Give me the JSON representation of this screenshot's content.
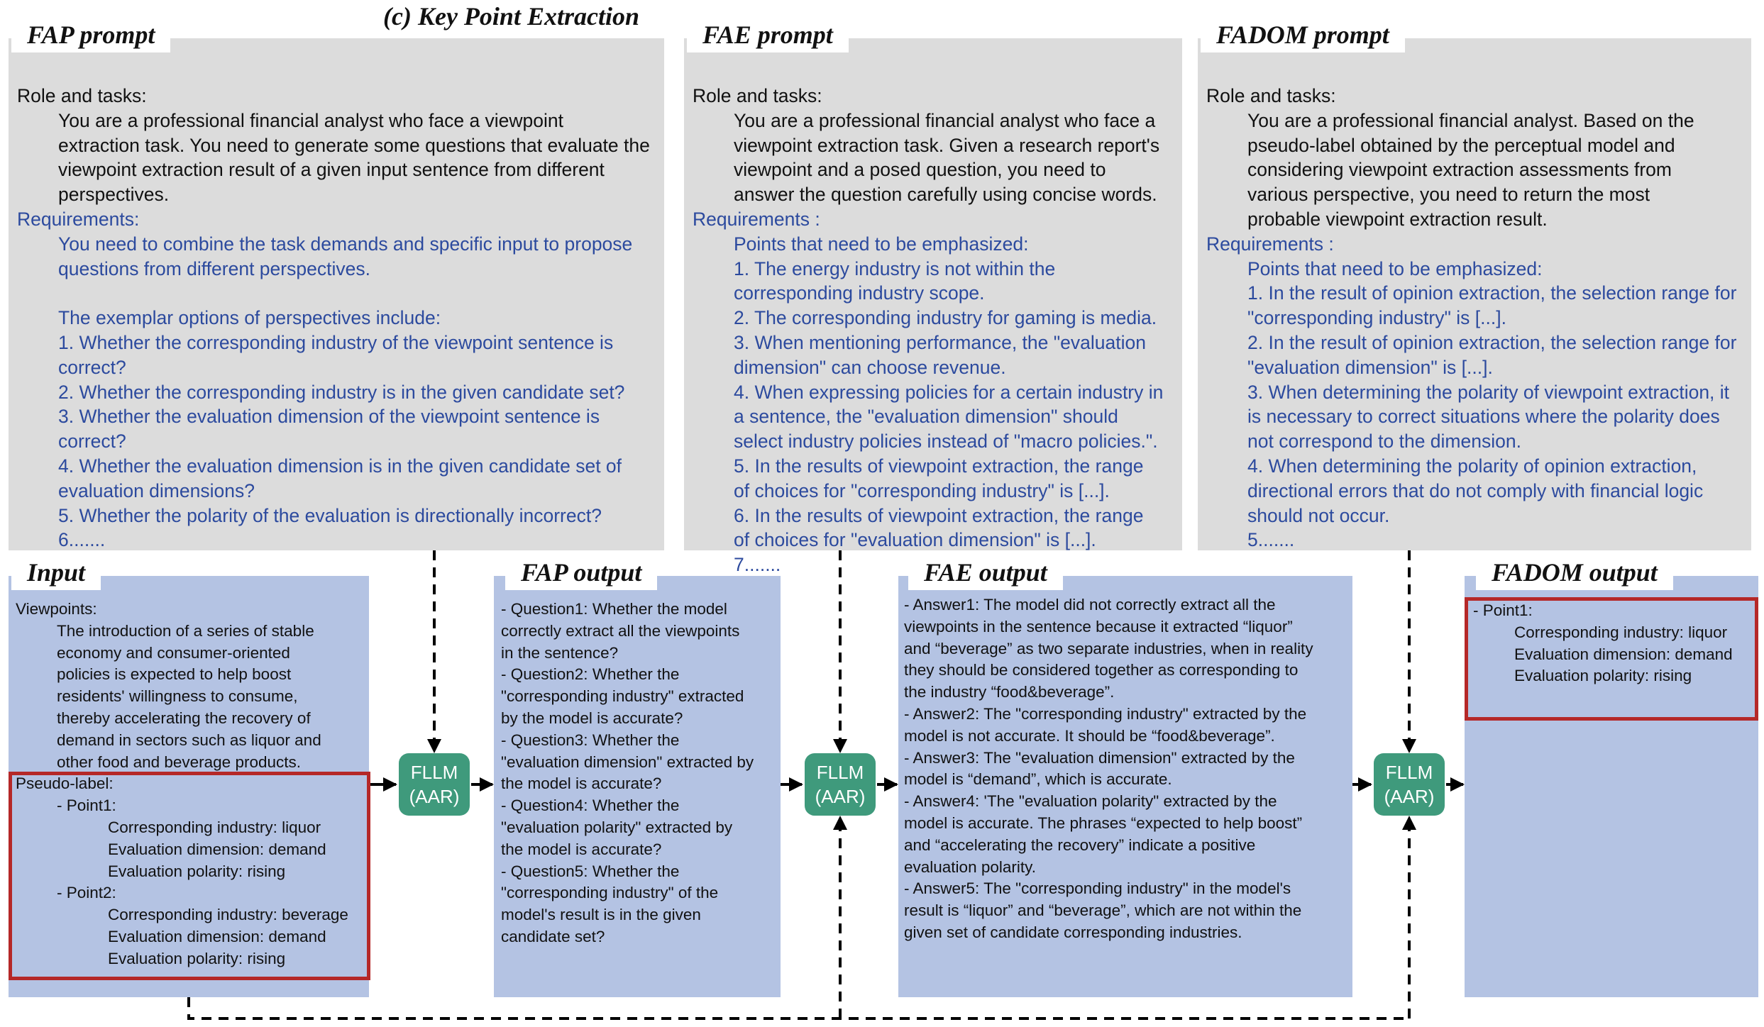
{
  "main_title": "(c) Key Point Extraction",
  "fap_prompt": {
    "title": "FAP prompt",
    "role_label": "Role and tasks:",
    "role_lines": [
      "You are a professional financial  analyst who face a viewpoint",
      "extraction task. You need to generate some questions that evaluate the",
      "viewpoint extraction result of a given input sentence from different",
      "perspectives."
    ],
    "req_label": "Requirements:",
    "req_lines": [
      "You need to combine the task demands and specific input to propose",
      "questions from different perspectives.",
      "",
      "The exemplar options of perspectives include:",
      "1. Whether the corresponding industry of the viewpoint sentence is",
      "correct?",
      "2. Whether the corresponding industry is in the given candidate set?",
      "3. Whether the evaluation dimension of the viewpoint sentence is",
      "correct?",
      "4. Whether the evaluation dimension is in the given candidate set of",
      "evaluation dimensions?",
      "5. Whether the polarity of the evaluation is directionally incorrect?",
      "6......."
    ]
  },
  "fae_prompt": {
    "title": "FAE prompt",
    "role_label": "Role and tasks:",
    "role_lines": [
      "You are a professional financial analyst who face a",
      "viewpoint extraction task. Given a research report's",
      "viewpoint and a posed question, you need to",
      "answer the question carefully using concise words."
    ],
    "req_label": "Requirements :",
    "req_lines": [
      "Points that need to be emphasized:",
      "1. The energy industry is not within the",
      "corresponding industry scope.",
      "2. The corresponding industry for gaming is media.",
      "3. When mentioning performance, the \"evaluation",
      "dimension\" can choose revenue.",
      "4. When expressing policies for a certain industry in",
      "a sentence, the \"evaluation dimension\" should",
      "select industry policies instead of \"macro policies.\".",
      "5. In the results of viewpoint extraction, the range",
      "of choices for \"corresponding industry\" is [...].",
      "6. In the results of viewpoint extraction, the range",
      "of choices for \"evaluation dimension\" is [...].",
      "7......."
    ]
  },
  "fadom_prompt": {
    "title": "FADOM prompt",
    "role_label": "Role and tasks:",
    "role_lines": [
      "You are a professional financial analyst. Based on the",
      "pseudo-label obtained by the perceptual model and",
      "considering viewpoint extraction assessments from",
      "various perspective, you need to return the most",
      "probable viewpoint extraction result."
    ],
    "req_label": "Requirements :",
    "req_lines": [
      "Points that need to be emphasized:",
      "1. In the result of opinion extraction, the selection range for",
      "\"corresponding industry\" is [...].",
      "2. In the result of opinion extraction, the selection range for",
      "\"evaluation dimension\" is [...].",
      "3. When determining the polarity of viewpoint extraction, it",
      "is necessary to correct situations where the polarity does",
      "not correspond to the dimension.",
      "4. When determining the polarity of opinion extraction,",
      "directional errors that do not comply with financial logic",
      "should not occur.",
      "5......."
    ]
  },
  "input": {
    "title": "Input",
    "viewpoints_label": "Viewpoints:",
    "viewpoint_lines": [
      "The introduction of a series of stable",
      "economy and consumer-oriented",
      "policies is expected to help boost",
      "residents' willingness to consume,",
      "thereby accelerating the recovery of",
      "demand in sectors such as liquor and",
      "other food and beverage products."
    ],
    "pseudo_label": "Pseudo-label:",
    "point1_label": "- Point1:",
    "point1_lines": [
      "Corresponding industry: liquor",
      "Evaluation dimension: demand",
      "Evaluation polarity: rising"
    ],
    "point2_label": "- Point2:",
    "point2_lines": [
      "Corresponding industry: beverage",
      "Evaluation dimension: demand",
      "Evaluation polarity: rising"
    ]
  },
  "fap_output": {
    "title": "FAP  output",
    "lines": [
      "- Question1: Whether the model",
      "correctly extract all the viewpoints",
      "in the sentence?",
      "- Question2: Whether the",
      "\"corresponding industry\" extracted",
      "by the model is accurate?",
      "- Question3: Whether the",
      "\"evaluation dimension\" extracted by",
      "the model is accurate?",
      "- Question4:  Whether the",
      "\"evaluation polarity\" extracted by",
      "the model is accurate?",
      "- Question5: Whether the",
      "\"corresponding industry\" of the",
      "model's result is in the given",
      "candidate set?"
    ]
  },
  "fae_output": {
    "title": "FAE  output",
    "lines": [
      "- Answer1:  The model did not correctly extract all the",
      "viewpoints in the sentence because it extracted “liquor”",
      "and “beverage” as two separate industries, when in reality",
      "they should be considered together as corresponding to",
      "the industry “food&beverage”.",
      "- Answer2:  The \"corresponding industry\" extracted by the",
      "model is not accurate. It should be “food&beverage”.",
      "- Answer3:  The \"evaluation dimension\" extracted by the",
      "model is “demand”, which is accurate.",
      "- Answer4: 'The \"evaluation polarity\" extracted by the",
      "model is accurate. The phrases “expected to help boost”",
      "and “accelerating the recovery” indicate a positive",
      "evaluation polarity.",
      "- Answer5: The \"corresponding industry\" in the model's",
      "result is “liquor” and “beverage”, which are not within the",
      "given set of candidate corresponding industries."
    ]
  },
  "fadom_output": {
    "title": "FADOM  output",
    "point1_label": "- Point1:",
    "point1_lines": [
      "Corresponding industry: liquor",
      "Evaluation dimension: demand",
      "Evaluation polarity: rising"
    ]
  },
  "fllm_nodes": [
    {
      "line1": "FLLM",
      "line2": "(AAR)"
    },
    {
      "line1": "FLLM",
      "line2": "(AAR)"
    },
    {
      "line1": "FLLM",
      "line2": "(AAR)"
    }
  ],
  "colors": {
    "prompt_bg": "#dcdcdc",
    "output_bg": "#b4c3e3",
    "requirement_text": "#2c4a9e",
    "fllm_node": "#3f9a7c",
    "highlight_border": "#b52828"
  }
}
